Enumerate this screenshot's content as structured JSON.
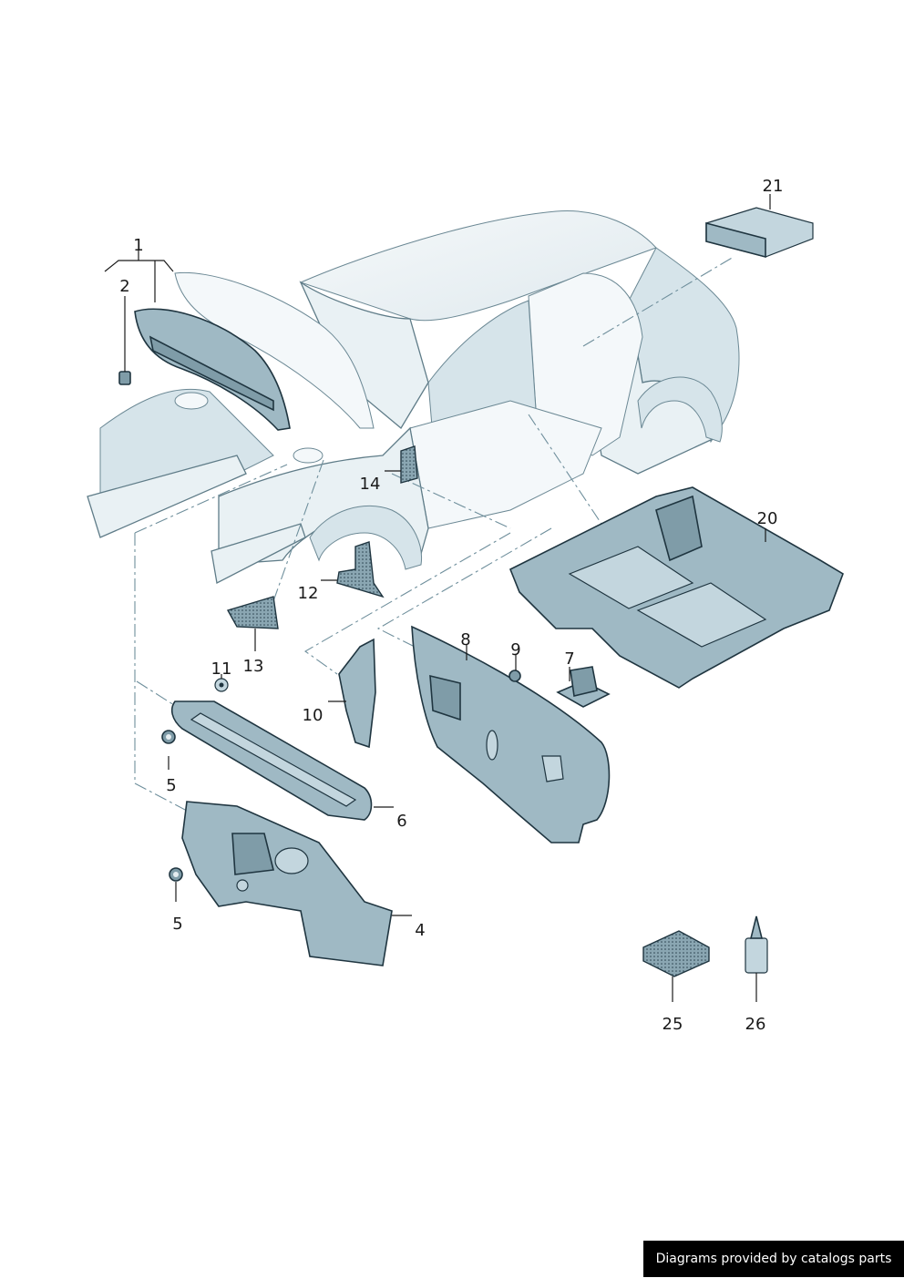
{
  "callouts": {
    "c1": "1",
    "c2": "2",
    "c4": "4",
    "c5a": "5",
    "c5b": "5",
    "c6": "6",
    "c7": "7",
    "c8": "8",
    "c9": "9",
    "c10": "10",
    "c11": "11",
    "c12": "12",
    "c13": "13",
    "c14": "14",
    "c20": "20",
    "c21": "21",
    "c25": "25",
    "c26": "26"
  },
  "footer": {
    "text": "Diagrams provided by catalogs parts"
  }
}
